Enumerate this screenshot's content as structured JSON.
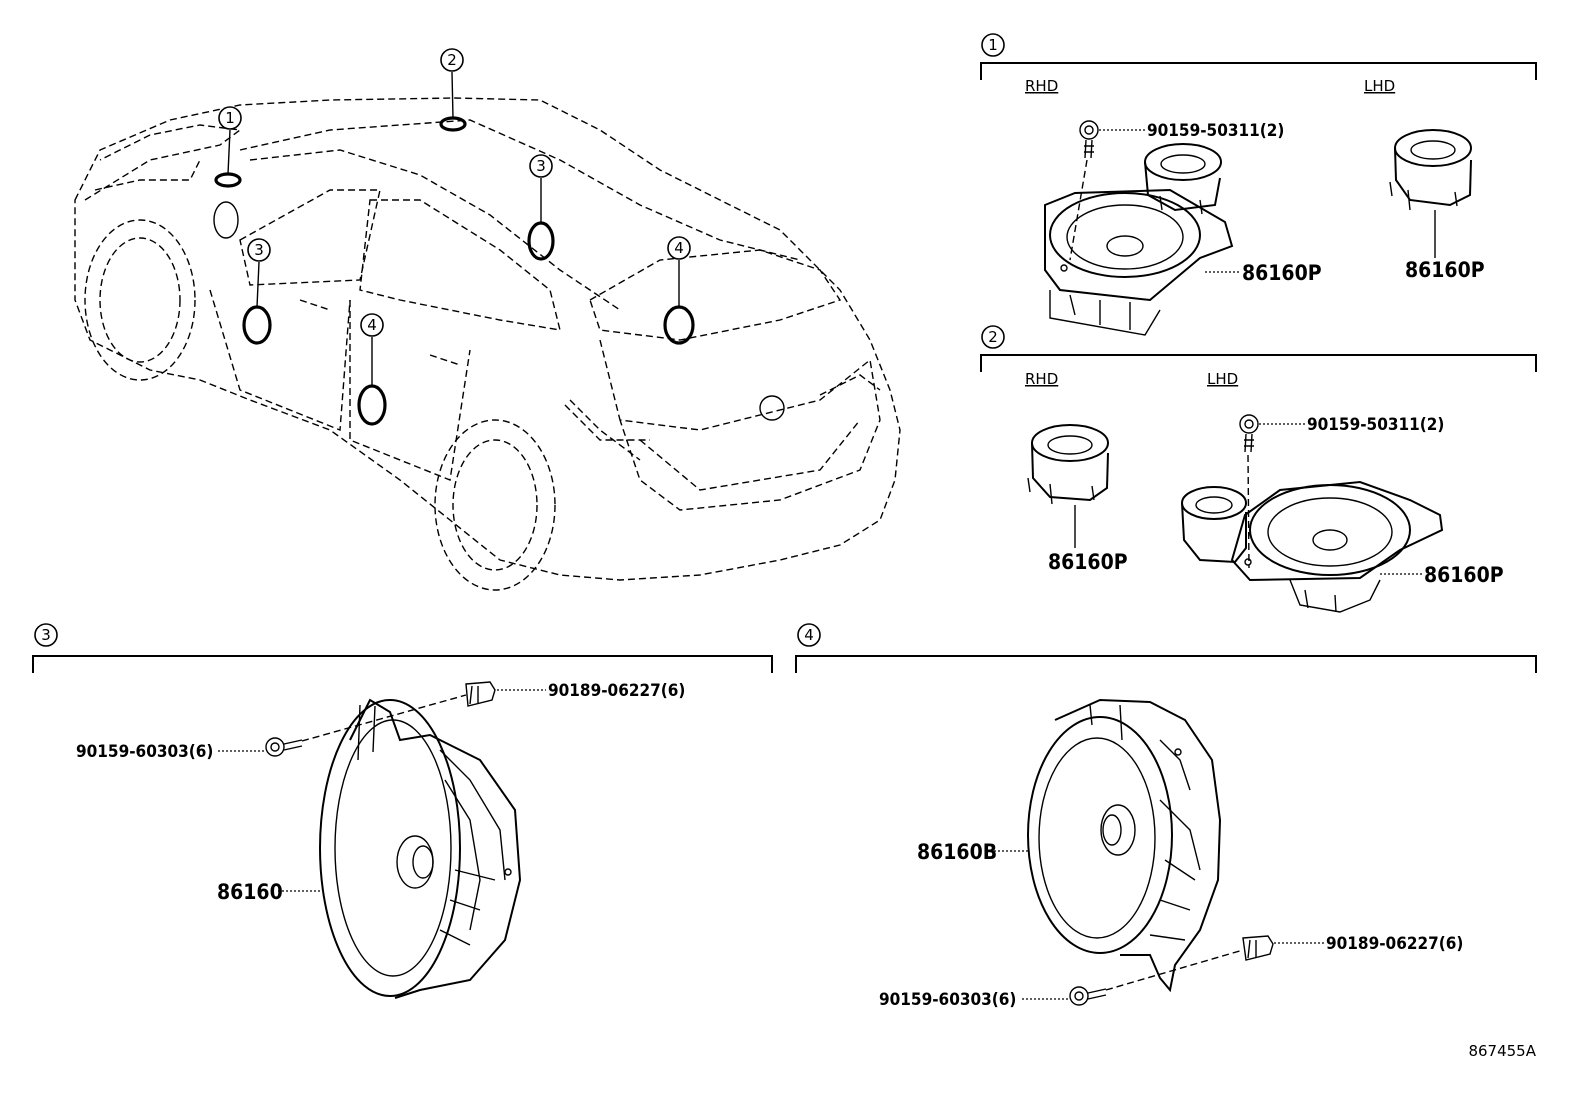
{
  "diagram_id": "867455A",
  "groups": [
    {
      "id": "1",
      "sides": [
        "RHD",
        "LHD"
      ],
      "parts": {
        "bolt": "90159-50311(2)",
        "rhd_speaker": "86160P",
        "lhd_tweeter": "86160P"
      }
    },
    {
      "id": "2",
      "sides": [
        "RHD",
        "LHD"
      ],
      "parts": {
        "rhd_tweeter": "86160P",
        "bolt": "90159-50311(2)",
        "lhd_speaker": "86160P"
      }
    },
    {
      "id": "3",
      "parts": {
        "clip": "90189-06227(6)",
        "screw": "90159-60303(6)",
        "speaker": "86160"
      }
    },
    {
      "id": "4",
      "parts": {
        "speaker": "86160B",
        "clip": "90189-06227(6)",
        "screw": "90159-60303(6)"
      }
    }
  ],
  "car_markers": [
    "1",
    "2",
    "3",
    "3",
    "4",
    "4"
  ]
}
